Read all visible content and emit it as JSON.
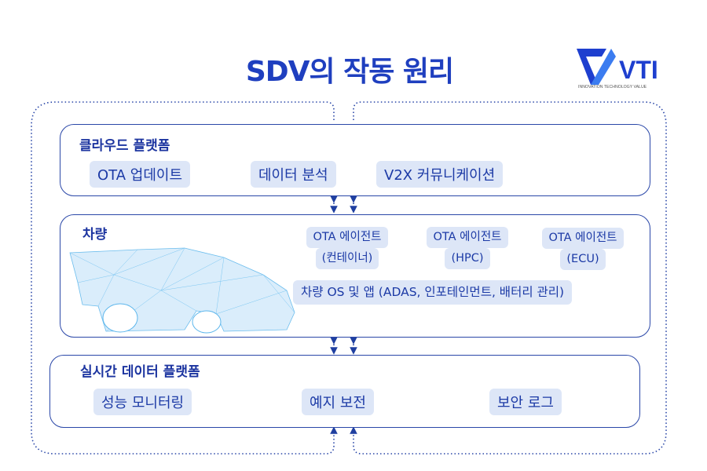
{
  "title": "SDV의 작동 원리",
  "logo": {
    "text": "VTI",
    "tagline": "INNOVATION TECHNOLOGY VALUE",
    "color": "#1f4fd8"
  },
  "cloud": {
    "heading": "클라우드 플랫폼",
    "chips": [
      "OTA 업데이트",
      "데이터 분석",
      "V2X 커뮤니케이션"
    ]
  },
  "vehicle": {
    "heading": "차량",
    "agents": [
      {
        "line1": "OTA 에이전트",
        "line2": "(컨테이너)"
      },
      {
        "line1": "OTA 에이전트",
        "line2": "(HPC)"
      },
      {
        "line1": "OTA 에이전트",
        "line2": "(ECU)"
      }
    ],
    "os": "차량 OS 및 앱 (ADAS, 인포테인먼트, 배터리 관리)"
  },
  "realtime": {
    "heading": "실시간 데이터 플랫폼",
    "chips": [
      "성능 모니터링",
      "예지 보전",
      "보안 로그"
    ]
  },
  "colors": {
    "accent": "#1f3fbf",
    "chip": "#dde6f7",
    "border": "#2a47a8"
  }
}
